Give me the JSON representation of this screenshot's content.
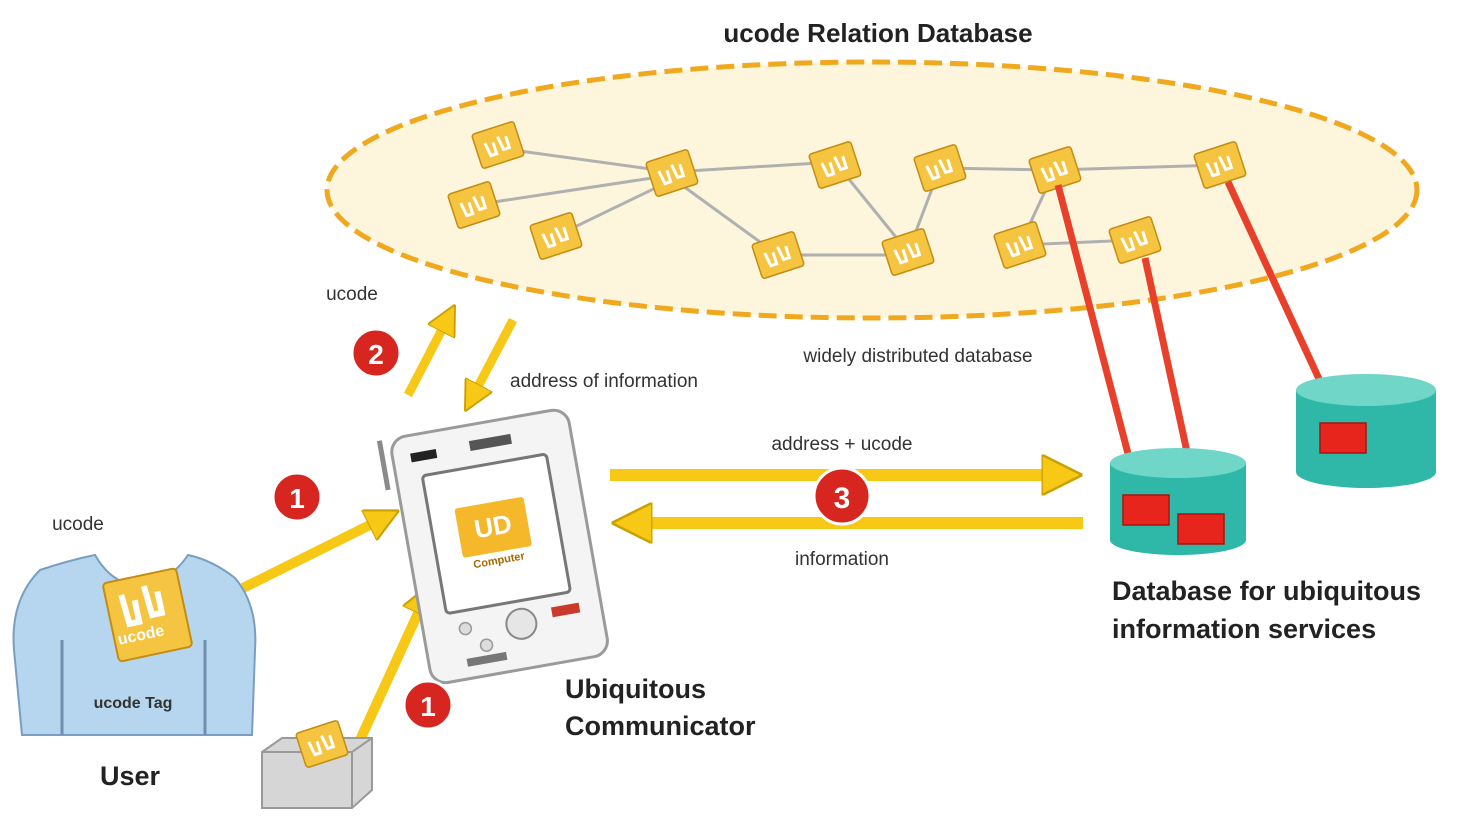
{
  "title": "ucode Relation Database",
  "labels": {
    "distributed": "widely distributed database",
    "ucode_request": "ucode",
    "address_of_information": "address of information",
    "address_plus_ucode": "address + ucode",
    "information": "information",
    "user_ucode": "ucode",
    "user": "User",
    "device_line1": "Ubiquitous",
    "device_line2": "Communicator",
    "db_line1": "Database for ubiquitous",
    "db_line2": "information services",
    "tag_logo": "ucode",
    "tag_label": "ucode Tag",
    "device_logo_line1": "UD",
    "device_logo_line2": "Computer"
  },
  "steps": {
    "step1_user": "1",
    "step1_object": "1",
    "step2": "2",
    "step3": "3"
  },
  "colors": {
    "arrow_yellow": "#f7c815",
    "arrow_red": "#e8402a",
    "badge_red": "#d7261f",
    "db_teal": "#2fb8a8",
    "cloud_fill": "#fdf6dc",
    "cloud_border": "#f0a81e",
    "user_fill": "#b6d6ef",
    "node_fill": "#f5c542"
  }
}
